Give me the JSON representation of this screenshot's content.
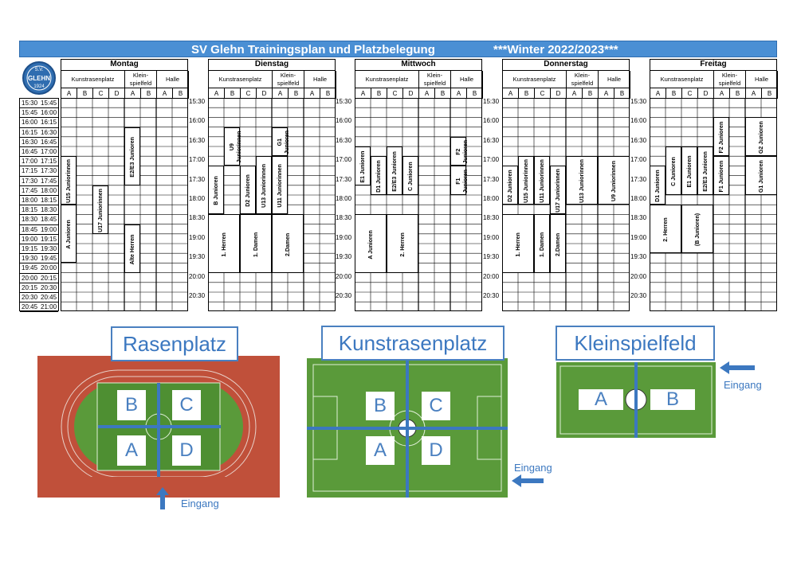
{
  "header": {
    "title": "SV Glehn Trainingsplan und Platzbelegung",
    "season": "***Winter 2022/2023***"
  },
  "logo": {
    "top": "S.V.",
    "name": "GLEHN",
    "year": "1924"
  },
  "sections": {
    "kunst": "Kunstrasenplatz",
    "klein1": "Klein-",
    "klein2": "spielfeld",
    "halle": "Halle"
  },
  "fields": [
    "A",
    "B",
    "C",
    "D",
    "A",
    "B",
    "A",
    "B"
  ],
  "days": [
    {
      "name": "Montag",
      "entries": [
        {
          "label": "U15 Juniorinnen",
          "col": 0,
          "span": 1,
          "start": 6,
          "end": 11
        },
        {
          "label": "A Junioren",
          "col": 0,
          "span": 1,
          "start": 11,
          "end": 17
        },
        {
          "label": "U17 Juniorinnen",
          "col": 2,
          "span": 1,
          "start": 9,
          "end": 14
        },
        {
          "label": "E2/E3 Junioren",
          "col": 4,
          "span": 1,
          "start": 3,
          "end": 9
        },
        {
          "label": "Alte Herren",
          "col": 4,
          "span": 1,
          "start": 13,
          "end": 18
        }
      ]
    },
    {
      "name": "Dienstag",
      "entries": [
        {
          "label": "U9 Juniorinnen",
          "col": 1,
          "span": 1,
          "start": 3,
          "end": 7
        },
        {
          "label": "B Junioren",
          "col": 0,
          "span": 1,
          "start": 7,
          "end": 12
        },
        {
          "label": "D2 Junioren",
          "col": 2,
          "span": 1,
          "start": 7,
          "end": 12
        },
        {
          "label": "U13 Juniorinnen",
          "col": 3,
          "span": 1,
          "start": 6,
          "end": 12
        },
        {
          "label": "G1 Junioren",
          "col": 4,
          "span": 1,
          "start": 3,
          "end": 6
        },
        {
          "label": "U11 Juniorinnen",
          "col": 4,
          "span": 1,
          "start": 6,
          "end": 12
        },
        {
          "label": "1. Herren",
          "col": 0,
          "span": 2,
          "start": 12,
          "end": 18
        },
        {
          "label": "1. Damen",
          "col": 2,
          "span": 2,
          "start": 12,
          "end": 18
        },
        {
          "label": "2.Damen",
          "col": 4,
          "span": 2,
          "start": 12,
          "end": 18
        }
      ]
    },
    {
      "name": "Mittwoch",
      "entries": [
        {
          "label": "E1 Junioren",
          "col": 0,
          "span": 1,
          "start": 5,
          "end": 9
        },
        {
          "label": "D1 Junioren",
          "col": 1,
          "span": 1,
          "start": 6,
          "end": 10
        },
        {
          "label": "E2/E3 Junioren",
          "col": 2,
          "span": 1,
          "start": 5,
          "end": 10
        },
        {
          "label": "C Junioren",
          "col": 3,
          "span": 1,
          "start": 6,
          "end": 10
        },
        {
          "label": "F2 Junioren",
          "col": 6,
          "span": 1,
          "start": 4,
          "end": 7
        },
        {
          "label": "F1 Junioren",
          "col": 6,
          "span": 1,
          "start": 7,
          "end": 10
        },
        {
          "label": "A Junioren",
          "col": 0,
          "span": 2,
          "start": 12,
          "end": 18
        },
        {
          "label": "2. Herren",
          "col": 2,
          "span": 2,
          "start": 12,
          "end": 18
        }
      ]
    },
    {
      "name": "Donnerstag",
      "entries": [
        {
          "label": "D2 Junioren",
          "col": 0,
          "span": 1,
          "start": 7,
          "end": 11
        },
        {
          "label": "U15 Juniorinnen",
          "col": 1,
          "span": 1,
          "start": 6,
          "end": 11
        },
        {
          "label": "U11 Juniorinnen",
          "col": 2,
          "span": 1,
          "start": 6,
          "end": 11
        },
        {
          "label": "U17 Juniorinnen",
          "col": 3,
          "span": 1,
          "start": 7,
          "end": 12
        },
        {
          "label": "U13 Juniorinnen",
          "col": 4,
          "span": 2,
          "start": 6,
          "end": 11
        },
        {
          "label": "U9 Juniorinnen",
          "col": 6,
          "span": 2,
          "start": 6,
          "end": 11
        },
        {
          "label": "1. Herren",
          "col": 0,
          "span": 2,
          "start": 12,
          "end": 18
        },
        {
          "label": "1. Damen",
          "col": 2,
          "span": 1,
          "start": 12,
          "end": 18
        },
        {
          "label": "2.Damen",
          "col": 3,
          "span": 1,
          "start": 12,
          "end": 18
        }
      ]
    },
    {
      "name": "Freitag",
      "entries": [
        {
          "label": "D1 Junioren",
          "col": 0,
          "span": 1,
          "start": 7,
          "end": 11
        },
        {
          "label": "C Junioren",
          "col": 1,
          "span": 1,
          "start": 5,
          "end": 10
        },
        {
          "label": "E1 Junioren",
          "col": 2,
          "span": 1,
          "start": 5,
          "end": 10
        },
        {
          "label": "E2/E3 Junioren",
          "col": 3,
          "span": 1,
          "start": 5,
          "end": 10
        },
        {
          "label": "F2 Junioren",
          "col": 4,
          "span": 1,
          "start": 2,
          "end": 6
        },
        {
          "label": "F1 Junioren",
          "col": 4,
          "span": 1,
          "start": 6,
          "end": 10
        },
        {
          "label": "G2 Junioren",
          "col": 6,
          "span": 2,
          "start": 2,
          "end": 6
        },
        {
          "label": "G1 Junioren",
          "col": 6,
          "span": 2,
          "start": 6,
          "end": 10
        },
        {
          "label": "2. Herren",
          "col": 0,
          "span": 2,
          "start": 11,
          "end": 16
        },
        {
          "label": "(B Junioren)",
          "col": 2,
          "span": 2,
          "start": 11,
          "end": 16
        }
      ]
    }
  ],
  "slots": [
    "15:30",
    "15:45",
    "16:00",
    "16:15",
    "16:30",
    "16:45",
    "17:00",
    "17:15",
    "17:30",
    "17:45",
    "18:00",
    "18:15",
    "18:30",
    "18:45",
    "19:00",
    "19:15",
    "19:30",
    "19:45",
    "20:00",
    "20:15",
    "20:30",
    "20:45"
  ],
  "slots_end": [
    "15:45",
    "16:00",
    "16:15",
    "16:30",
    "16:45",
    "17:00",
    "17:15",
    "17:30",
    "17:45",
    "18:00",
    "18:15",
    "18:30",
    "18:45",
    "19:00",
    "19:15",
    "19:30",
    "19:45",
    "20:00",
    "20:15",
    "20:30",
    "20:45",
    "21:00"
  ],
  "day_times": [
    "15:30",
    "16:00",
    "16:30",
    "17:00",
    "17:30",
    "18:00",
    "18:30",
    "19:00",
    "19:30",
    "20:00",
    "20:30"
  ],
  "maps": {
    "rasen": {
      "title": "Rasenplatz",
      "zones": [
        "B",
        "C",
        "A",
        "D"
      ],
      "entrance": "Eingang"
    },
    "kunst": {
      "title": "Kunstrasenplatz",
      "zones": [
        "B",
        "C",
        "A",
        "D"
      ],
      "entrance": "Eingang"
    },
    "klein": {
      "title": "Kleinspielfeld",
      "zones": [
        "A",
        "B"
      ],
      "entrance": "Eingang"
    }
  },
  "colors": {
    "banner": "#4a8fd4",
    "accent": "#3c78c0",
    "track": "#c0503a",
    "grass": "#5a9a3a"
  }
}
